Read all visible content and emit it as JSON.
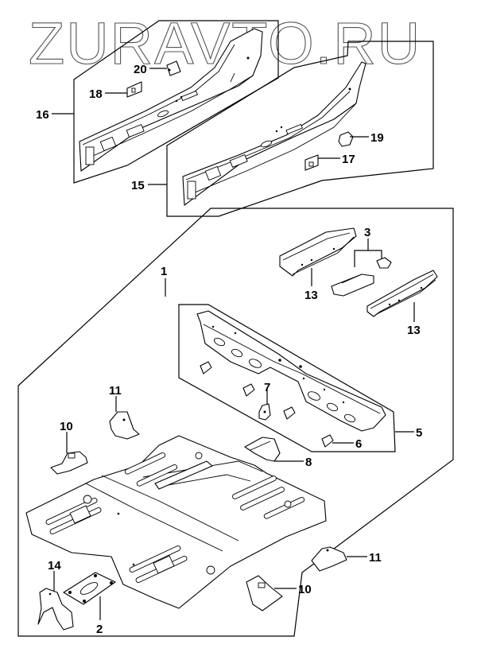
{
  "watermark": "ZURAVTO.RU",
  "diagram": {
    "title": "Floor panel and side sill exploded parts diagram",
    "callouts": [
      {
        "id": "1",
        "label": "1",
        "part": "floor-panel-assembly"
      },
      {
        "id": "2",
        "label": "2",
        "part": "floor-bracket-plate"
      },
      {
        "id": "3",
        "label": "3",
        "part": "seat-rail-bracket-set"
      },
      {
        "id": "5",
        "label": "5",
        "part": "rear-cross-member"
      },
      {
        "id": "6",
        "label": "6",
        "part": "cross-member-clip"
      },
      {
        "id": "7",
        "label": "7",
        "part": "cross-member-bracket"
      },
      {
        "id": "8",
        "label": "8",
        "part": "tunnel-bracket"
      },
      {
        "id": "10",
        "label": "10",
        "part": "seat-mount-bracket"
      },
      {
        "id": "11",
        "label": "11",
        "part": "seat-mount-bracket"
      },
      {
        "id": "13",
        "label": "13",
        "part": "seat-rail-reinforcement"
      },
      {
        "id": "14",
        "label": "14",
        "part": "front-floor-bracket"
      },
      {
        "id": "15",
        "label": "15",
        "part": "side-sill-inner-right"
      },
      {
        "id": "16",
        "label": "16",
        "part": "side-sill-inner-left"
      },
      {
        "id": "17",
        "label": "17",
        "part": "sill-patch-plate"
      },
      {
        "id": "18",
        "label": "18",
        "part": "sill-patch-plate"
      },
      {
        "id": "19",
        "label": "19",
        "part": "sill-clip"
      },
      {
        "id": "20",
        "label": "20",
        "part": "sill-cover-plate"
      }
    ]
  },
  "labels": {
    "l1": "1",
    "l2": "2",
    "l3": "3",
    "l5": "5",
    "l6": "6",
    "l7": "7",
    "l8": "8",
    "l10a": "10",
    "l10b": "10",
    "l11a": "11",
    "l11b": "11",
    "l13a": "13",
    "l13b": "13",
    "l14": "14",
    "l15": "15",
    "l16": "16",
    "l17": "17",
    "l18": "18",
    "l19": "19",
    "l20": "20"
  }
}
